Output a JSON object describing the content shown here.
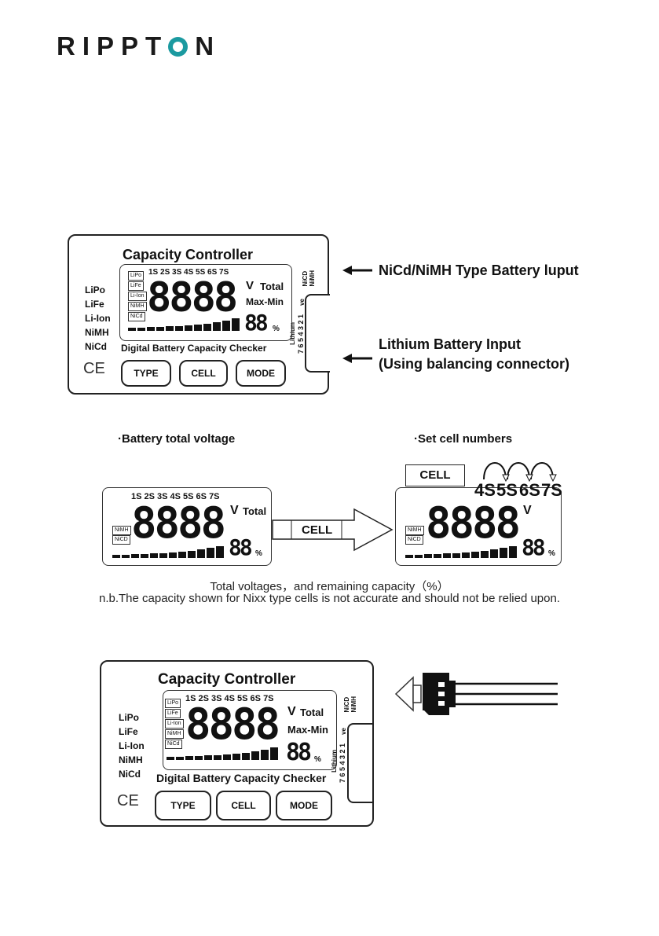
{
  "brand": {
    "name_left": "RIPPT",
    "name_right": "N"
  },
  "top_device": {
    "title": "Capacity  Controller",
    "battery_types": [
      "LiPo",
      "LiFe",
      "Li-Ion",
      "NiMH",
      "NiCd"
    ],
    "lcd_types": [
      "LiPo",
      "LiFe",
      "Li-Ion",
      "NiMH",
      "NiCd"
    ],
    "cells": "1S  2S  3S  4S  5S  6S  7S",
    "digits": "8888",
    "unit_v": "V",
    "total": "Total",
    "maxmin": "Max-Min",
    "percent": "88",
    "percent_sign": "%",
    "subtitle": "Digital Battery Capacity Checker",
    "buttons": {
      "type": "TYPE",
      "cell": "CELL",
      "mode": "MODE"
    },
    "nicd_label": "NiCD\nNiMH",
    "lithium_label": "Lithium",
    "pins": "7 6 5 4 3 2 1",
    "ve": "ve",
    "ce": "CE"
  },
  "callouts": {
    "nicd": "NiCd/NiMH Type Battery luput",
    "lithium_1": "Lithium Battery Input",
    "lithium_2": "(Using balancing connector)"
  },
  "section_labels": {
    "left": "·Battery total voltage",
    "right": "·Set cell numbers"
  },
  "left_lcd": {
    "cells": "1S  2S  3S  4S  5S  6S  7S",
    "digits": "8888",
    "unit": "V",
    "total": "Total",
    "types": [
      "NiMH",
      "NiCD"
    ],
    "percent": "88",
    "percent_sign": "%"
  },
  "cell_arrow_label": "CELL",
  "cell_button_label": "CELL",
  "right_lcd": {
    "cells_big": [
      "4S",
      "5S",
      "6S",
      "7S"
    ],
    "digits": "8888",
    "unit": "V",
    "types": [
      "NiMH",
      "NiCD"
    ],
    "percent": "88",
    "percent_sign": "%"
  },
  "notes": {
    "line1": "Total voltages，and remaining capacity（%）",
    "line2": "n.b.The capacity shown for Nixx type cells is not accurate and should not be relied upon."
  },
  "bottom_device": {
    "title": "Capacity  Controller",
    "battery_types": [
      "LiPo",
      "LiFe",
      "Li-Ion",
      "NiMH",
      "NiCd"
    ],
    "lcd_types": [
      "LiPo",
      "LiFe",
      "Li-Ion",
      "NiMH",
      "NiCd"
    ],
    "cells": "1S  2S  3S  4S  5S  6S  7S",
    "digits": "8888",
    "unit_v": "V",
    "total": "Total",
    "maxmin": "Max-Min",
    "percent": "88",
    "percent_sign": "%",
    "subtitle": "Digital Battery Capacity Checker",
    "buttons": {
      "type": "TYPE",
      "cell": "CELL",
      "mode": "MODE"
    },
    "nicd_label": "NiCD\nNiMH",
    "lithium_label": "Lithium",
    "pins": "7 6 5 4 3 2 1",
    "ve": "ve",
    "ce": "CE"
  }
}
